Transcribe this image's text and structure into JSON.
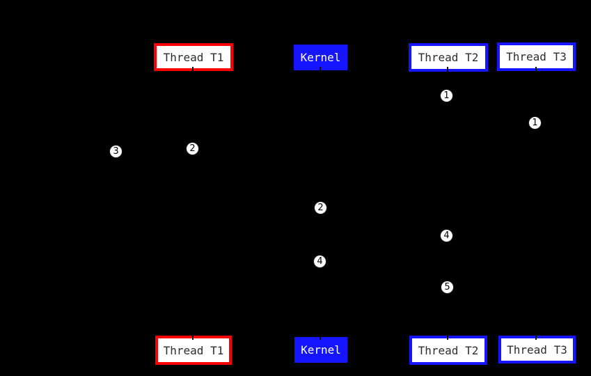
{
  "canvas": {
    "background_color": "#000000"
  },
  "colors": {
    "red_accent": "#fa0000",
    "blue_accent": "#1515ff",
    "box_fill": "#ffffff",
    "box_text": "#2d2d2d",
    "kernel_text": "#ffffff",
    "step_fill": "#ffffff",
    "step_text": "#000000"
  },
  "participants": {
    "top": [
      {
        "label": "Thread T1",
        "style": "red-outline"
      },
      {
        "label": "Kernel",
        "style": "blue-filled"
      },
      {
        "label": "Thread T2",
        "style": "blue-outline"
      },
      {
        "label": "Thread T3",
        "style": "blue-outline"
      }
    ],
    "bottom": [
      {
        "label": "Thread T1",
        "style": "red-outline"
      },
      {
        "label": "Kernel",
        "style": "blue-filled"
      },
      {
        "label": "Thread T2",
        "style": "blue-outline"
      },
      {
        "label": "Thread T3",
        "style": "blue-outline"
      }
    ]
  },
  "step_markers": [
    {
      "label": "1"
    },
    {
      "label": "1"
    },
    {
      "label": "2"
    },
    {
      "label": "3"
    },
    {
      "label": "2"
    },
    {
      "label": "4"
    },
    {
      "label": "4"
    },
    {
      "label": "5"
    }
  ]
}
